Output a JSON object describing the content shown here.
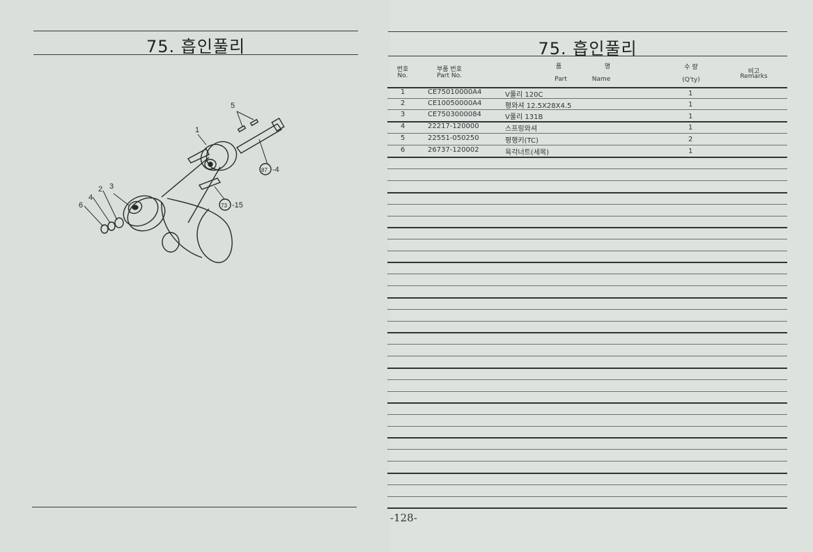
{
  "left": {
    "title": "75. 흡인풀리",
    "callouts": {
      "n1": "1",
      "n2": "2",
      "n3": "3",
      "n4": "4",
      "n5": "5",
      "n6": "6",
      "ref87": "87",
      "ref87_suffix": "-4",
      "ref73": "73",
      "ref73_suffix": "-15"
    }
  },
  "right": {
    "title": "75. 흡인풀리",
    "headers": {
      "no_kr": "번호",
      "no_en": "No.",
      "partno_kr": "부품 번호",
      "partno_en": "Part  No.",
      "name_kr_1": "품",
      "name_kr_2": "명",
      "name_en_1": "Part",
      "name_en_2": "Name",
      "qty_kr": "수  량",
      "qty_en": "(Q'ty)",
      "remarks_kr": "비고",
      "remarks_en": "Remarks"
    },
    "rows": [
      {
        "no": "1",
        "part_no": "CE75010000A4",
        "name": "V풀리 120C",
        "qty": "1"
      },
      {
        "no": "2",
        "part_no": "CE10050000A4",
        "name": "평와셔 12.5X28X4.5",
        "qty": "1"
      },
      {
        "no": "3",
        "part_no": "CE7503000084",
        "name": "V풀리 131B",
        "qty": "1"
      },
      {
        "no": "4",
        "part_no": "22217-120000",
        "name": "스프링와셔",
        "qty": "1"
      },
      {
        "no": "5",
        "part_no": "22551-050250",
        "name": "평행키(TC)",
        "qty": "2"
      },
      {
        "no": "6",
        "part_no": "26737-120002",
        "name": "육각너트(세목)",
        "qty": "1"
      }
    ],
    "page_number": "-128-"
  }
}
